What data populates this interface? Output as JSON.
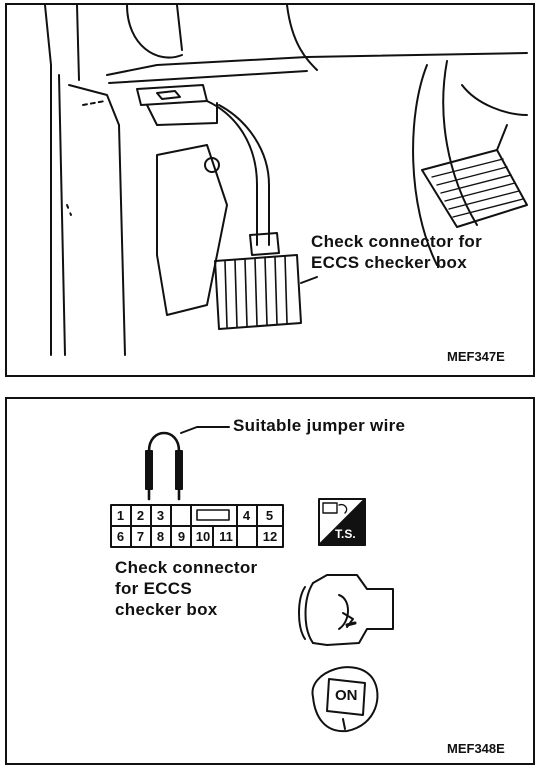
{
  "figure_top": {
    "callout": [
      "Check connector for",
      "ECCS checker box"
    ],
    "code": "MEF347E"
  },
  "figure_bottom": {
    "jumper_label": "Suitable jumper wire",
    "connector_pins": {
      "row1": [
        "1",
        "2",
        "3",
        "",
        "4",
        "5"
      ],
      "row2": [
        "6",
        "7",
        "8",
        "9",
        "10",
        "11",
        "12"
      ]
    },
    "connector_caption": [
      "Check connector",
      "for ECCS",
      "checker box"
    ],
    "ts_label": "T.S.",
    "key_label": "ON",
    "code": "MEF348E"
  }
}
